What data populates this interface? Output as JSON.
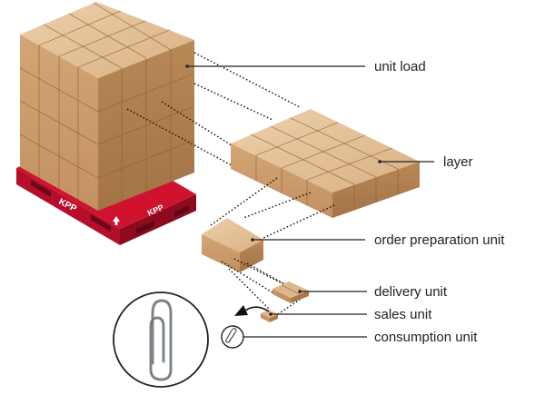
{
  "labels": {
    "unit_load": "unit load",
    "layer": "layer",
    "order_preparation_unit": "order preparation unit",
    "delivery_unit": "delivery unit",
    "sales_unit": "sales unit",
    "consumption_unit": "consumption unit"
  },
  "pallet": {
    "brand": "KPP"
  },
  "colors": {
    "box_top": "#e2bf95",
    "box_left": "#c89a69",
    "box_right": "#a97a4d",
    "pallet_red": "#c8102e",
    "pallet_dark": "#8d0a1f",
    "text": "#222222"
  },
  "icons": {
    "paperclip": "paperclip-icon",
    "arrow": "curved-arrow-icon",
    "pallet_arrow": "up-arrow-icon"
  }
}
